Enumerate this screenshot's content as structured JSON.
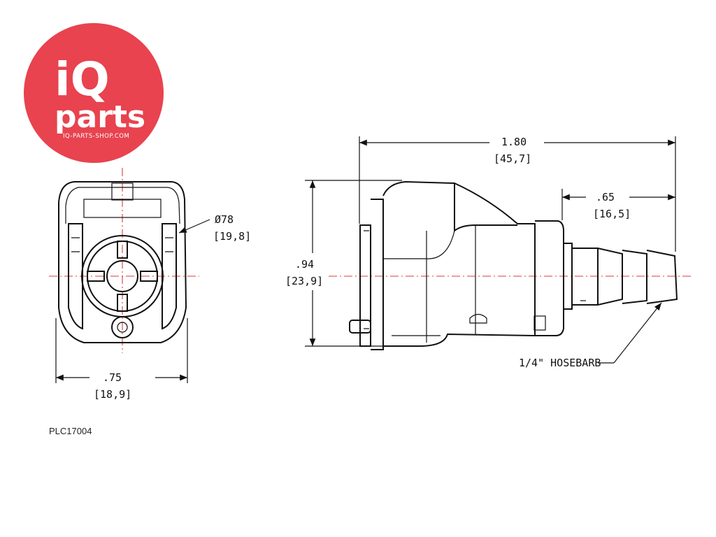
{
  "logo": {
    "brand_top": "iQ",
    "brand_bottom": "parts",
    "website": "IQ-PARTS-SHOP.COM",
    "color": "#e8434f"
  },
  "part_number": "PLC17004",
  "front_view": {
    "diameter_in": "Ø78",
    "diameter_mm": "[19,8]",
    "width_in": ".75",
    "width_mm": "[18,9]"
  },
  "side_view": {
    "length_in": "1.80",
    "length_mm": "[45,7]",
    "barb_in": ".65",
    "barb_mm": "[16,5]",
    "height_in": ".94",
    "height_mm": "[23,9]",
    "callout": "1/4\" HOSEBARB"
  },
  "colors": {
    "outline": "#111111",
    "centerline": "#e23a3a"
  }
}
